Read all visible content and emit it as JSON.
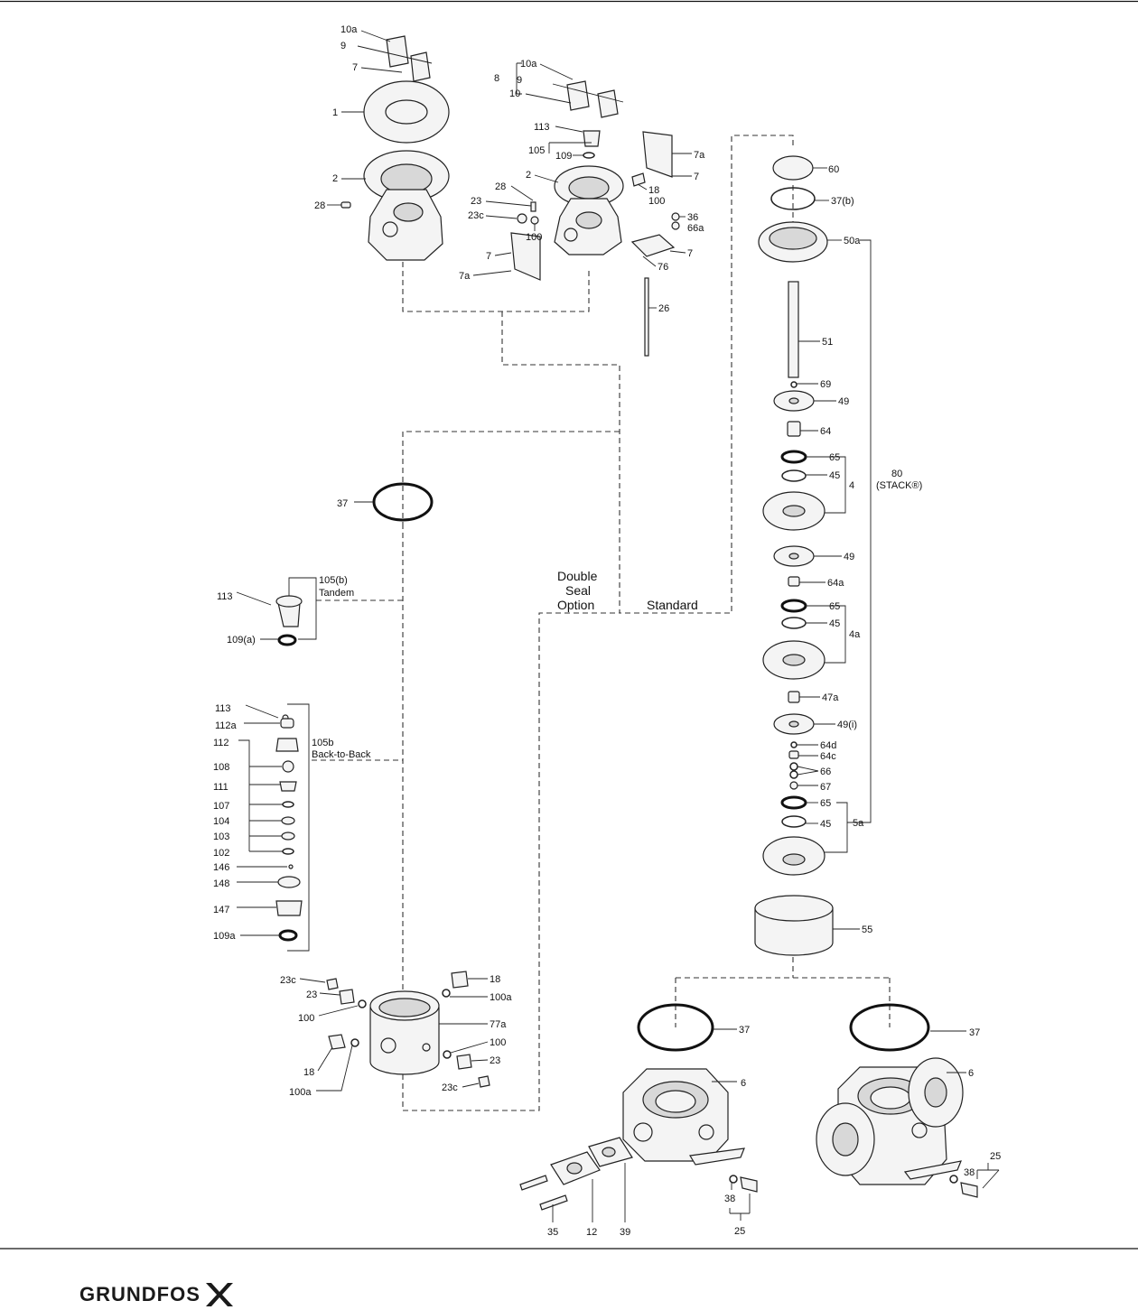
{
  "labels": {
    "a_10a": "10a",
    "a_9": "9",
    "a_7": "7",
    "a_1": "1",
    "a_2": "2",
    "a_28": "28",
    "b_8": "8",
    "b_10a": "10a",
    "b_9": "9",
    "b_10": "10",
    "b_113": "113",
    "b_105": "105",
    "b_109": "109",
    "b_7a_r": "7a",
    "b_7_r": "7",
    "b_2": "2",
    "b_28": "28",
    "b_18": "18",
    "b_100_r": "100",
    "b_23": "23",
    "b_23c": "23c",
    "b_100": "100",
    "b_36": "36",
    "b_66a": "66a",
    "b_7_l": "7",
    "b_7_r2": "7",
    "b_76": "76",
    "b_7a_l": "7a",
    "b_26": "26",
    "s_60": "60",
    "s_37b": "37(b)",
    "s_50a": "50a",
    "s_51": "51",
    "s_69": "69",
    "s_49": "49",
    "s_64": "64",
    "s_65": "65",
    "s_45": "45",
    "s_4": "4",
    "s_80": "80",
    "s_stack": "(STACK®)",
    "s_49b": "49",
    "s_64a": "64a",
    "s_65b": "65",
    "s_45b": "45",
    "s_4a": "4a",
    "s_47a": "47a",
    "s_49i": "49(i)",
    "s_64d": "64d",
    "s_64c": "64c",
    "s_66": "66",
    "s_67": "67",
    "s_65c": "65",
    "s_45c": "45",
    "s_5a": "5a",
    "s_55": "55",
    "c_37": "37",
    "c_113": "113",
    "c_105b": "105(b)",
    "c_tandem": "Tandem",
    "c_109a": "109(a)",
    "k_113": "113",
    "k_112a": "112a",
    "k_112": "112",
    "k_108": "108",
    "k_111": "111",
    "k_107": "107",
    "k_104": "104",
    "k_103": "103",
    "k_102": "102",
    "k_146": "146",
    "k_148": "148",
    "k_147": "147",
    "k_109a": "109a",
    "k_105b": "105b",
    "k_btb": "Back-to-Back",
    "m_23c": "23c",
    "m_23": "23",
    "m_100": "100",
    "m_18": "18",
    "m_100a": "100a",
    "m_18r": "18",
    "m_100ar": "100a",
    "m_77a": "77a",
    "m_100r": "100",
    "m_23r": "23",
    "m_23cr": "23c",
    "opt_double1": "Double",
    "opt_double2": "Seal",
    "opt_double3": "Option",
    "opt_standard": "Standard",
    "h1_37": "37",
    "h1_6": "6",
    "h1_38": "38",
    "h1_25": "25",
    "h1_35": "35",
    "h1_12": "12",
    "h1_39": "39",
    "h2_37": "37",
    "h2_6": "6",
    "h2_25": "25",
    "h2_38": "38"
  },
  "footer": {
    "brand": "GRUNDFOS"
  }
}
